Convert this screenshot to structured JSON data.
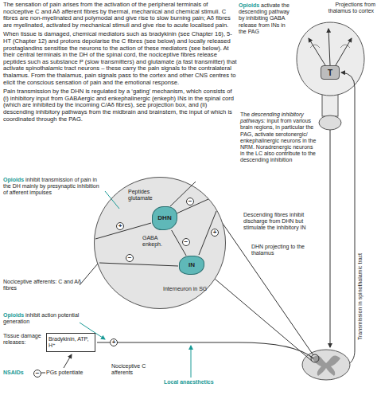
{
  "diagram": {
    "nodes": [
      {
        "text": [
          "T"
        ]
      },
      {
        "text": [
          "Peptides glutamate",
          "GABA enkeph.",
          "Interneuron in SG"
        ]
      },
      {
        "text": [
          "DHN"
        ],
        "in": 1
      },
      {
        "text": [
          "IN"
        ],
        "in": 1
      },
      {
        "text": [
          "Bradykinin, ATP, H⁺"
        ]
      }
    ],
    "edges": [
      {
        "from": 3,
        "to": 2,
        "arrow": "none",
        "label": "−"
      }
    ],
    "labels": [
      "The sensation of pain arises from the activation of the peripheral terminals of nociceptive C and Aδ afferent fibres by thermal, mechanical and chemical stimuli. C fibres are non-myelinated and polymodal and give rise to slow burning pain; Aδ fibres are myelinated, activated by mechanical stimuli and give rise to acute localised pain.",
      "When tissue is damaged, chemical mediators such as bradykinin (see Chapter 16), 5-HT (Chapter 12) and protons depolarise the C fibres (see below) and locally released prostaglandins sensitise the neurons to the action of these mediators (see below). At their central terminals in the DH of the spinal cord, the nociceptive fibres release peptides such as substance P (slow transmitters) and glutamate (a fast transmitter) that activate spinothalamic tract neurons – these carry the pain signals to the contralateral thalamus. From the thalamus, pain signals pass to the cortex and other CNS centres to elicit the conscious sensation of pain and the emotional response.",
      "Pain transmission by the DHN is regulated by a ‘gating’ mechanism, which consists of (i) inhibitory input from GABAergic and enkephalinergic (enkeph) INs in the spinal cord (which are inhibited by the incoming C/Aδ fibres), see projection box, and (ii) descending inhibitory pathways from the midbrain and brainstem, the input of which is coordinated through the PAG.",
      "Opioids",
      "activate the descending pathway by inhibiting GABA release from INs in the PAG",
      "Projections from thalamus to cortex",
      "The",
      "descending inhibitory pathways:",
      "input from various brain regions, in particular the PAG, activate serotonergic/ enkephalinergic neurons in the NRM. Noradrenergic neurons in the LC also contribute to the descending inhibition",
      "Opioids",
      "inhibit transmission of pain in the DH mainly by presynaptic inhibition of afferent impulses",
      "Descending fibres inhibit discharge from DHN but stimulate the inhibitory IN",
      "DHN projecting to the thalamus",
      "Transmission in spinothalamic tract",
      "Nociceptive afferents: C and Aδ fibres",
      "Opioids",
      "inhibit action potential generation",
      "Tissue damage releases:",
      "NSAIDs",
      "PGs potentiate",
      "Nociceptive C afferents",
      "Local anaesthetics",
      "+",
      "+",
      "−",
      "+",
      "−",
      "−"
    ]
  }
}
